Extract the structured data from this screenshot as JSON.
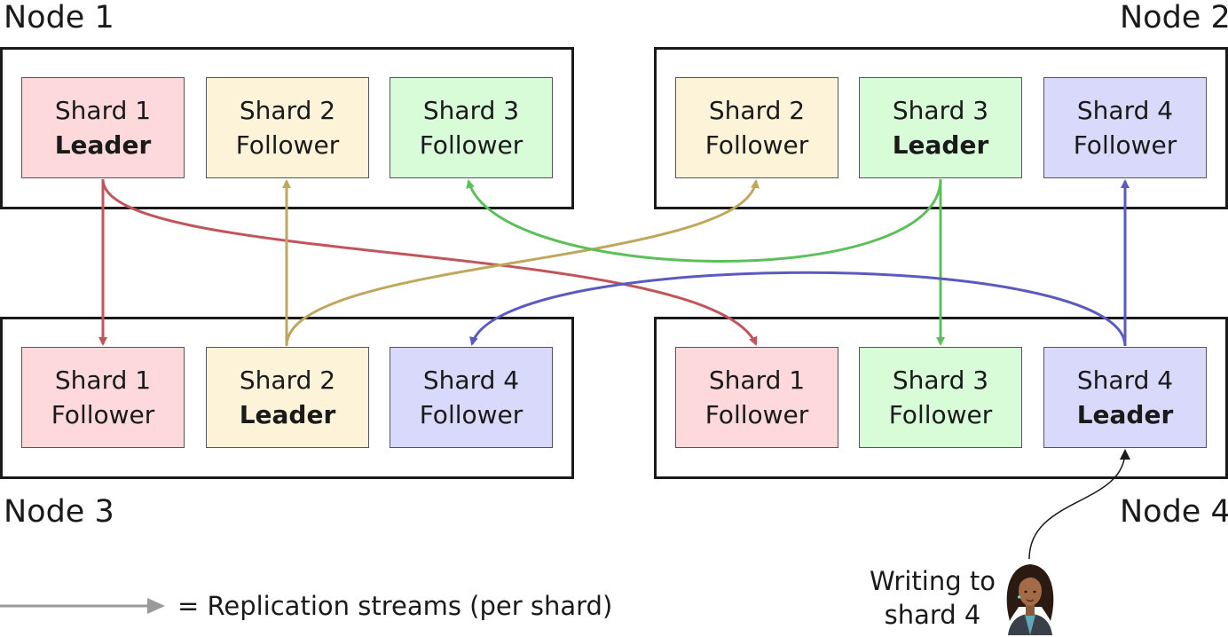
{
  "colors": {
    "shard1": "#c0565b",
    "shard2": "#bfa75e",
    "shard3": "#5cbf5a",
    "shard4": "#5a5abf",
    "legend": "#9a9a9a",
    "writer": "#1a1a1a"
  },
  "nodes": [
    {
      "label": "Node 1",
      "shards": [
        {
          "name": "Shard 1",
          "role": "Leader"
        },
        {
          "name": "Shard 2",
          "role": "Follower"
        },
        {
          "name": "Shard 3",
          "role": "Follower"
        }
      ]
    },
    {
      "label": "Node 2",
      "shards": [
        {
          "name": "Shard 2",
          "role": "Follower"
        },
        {
          "name": "Shard 3",
          "role": "Leader"
        },
        {
          "name": "Shard 4",
          "role": "Follower"
        }
      ]
    },
    {
      "label": "Node 3",
      "shards": [
        {
          "name": "Shard 1",
          "role": "Follower"
        },
        {
          "name": "Shard 2",
          "role": "Leader"
        },
        {
          "name": "Shard 4",
          "role": "Follower"
        }
      ]
    },
    {
      "label": "Node 4",
      "shards": [
        {
          "name": "Shard 1",
          "role": "Follower"
        },
        {
          "name": "Shard 3",
          "role": "Follower"
        },
        {
          "name": "Shard 4",
          "role": "Leader"
        }
      ]
    }
  ],
  "legend": {
    "text": "= Replication streams (per shard)"
  },
  "writer": {
    "line1": "Writing to",
    "line2": "shard 4",
    "icon": "person-icon"
  }
}
